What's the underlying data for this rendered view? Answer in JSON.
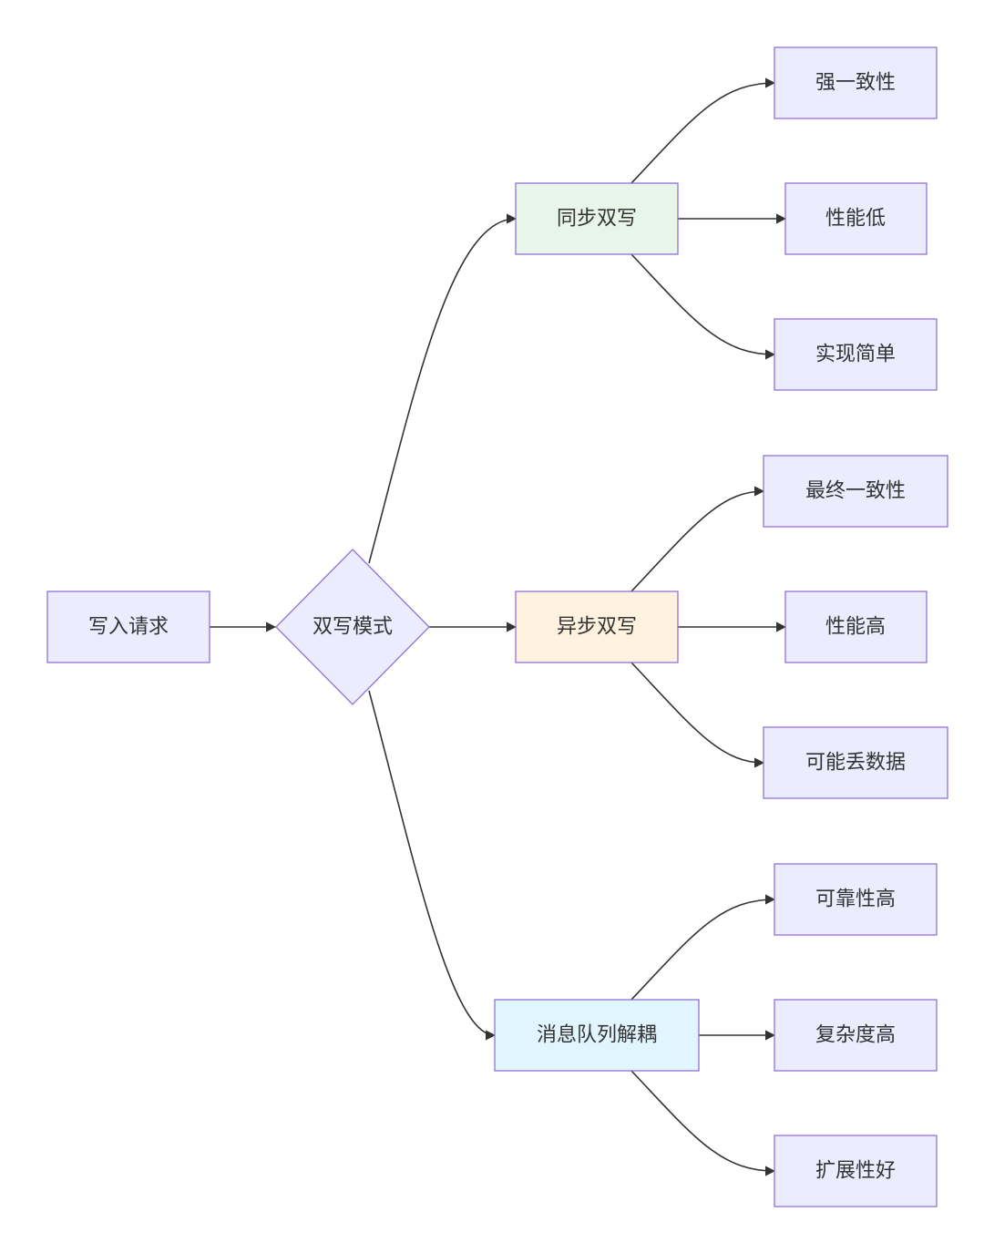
{
  "nodes": {
    "write_request": {
      "label": "写入请求",
      "color": "#ECECFF"
    },
    "dual_write_mode": {
      "label": "双写模式",
      "color": "#ECECFF"
    },
    "sync_dual_write": {
      "label": "同步双写",
      "color": "#E8F5E9"
    },
    "async_dual_write": {
      "label": "异步双写",
      "color": "#FFF3E0"
    },
    "mq_decouple": {
      "label": "消息队列解耦",
      "color": "#E1F5FE"
    },
    "strong_consistency": {
      "label": "强一致性",
      "color": "#ECECFF"
    },
    "low_performance": {
      "label": "性能低",
      "color": "#ECECFF"
    },
    "simple_impl": {
      "label": "实现简单",
      "color": "#ECECFF"
    },
    "eventual_consistency": {
      "label": "最终一致性",
      "color": "#ECECFF"
    },
    "high_performance": {
      "label": "性能高",
      "color": "#ECECFF"
    },
    "may_lose_data": {
      "label": "可能丢数据",
      "color": "#ECECFF"
    },
    "high_reliability": {
      "label": "可靠性高",
      "color": "#ECECFF"
    },
    "high_complexity": {
      "label": "复杂度高",
      "color": "#ECECFF"
    },
    "good_scalability": {
      "label": "扩展性好",
      "color": "#ECECFF"
    }
  },
  "edges": [
    {
      "from": "write_request",
      "to": "dual_write_mode"
    },
    {
      "from": "dual_write_mode",
      "to": "sync_dual_write"
    },
    {
      "from": "dual_write_mode",
      "to": "async_dual_write"
    },
    {
      "from": "dual_write_mode",
      "to": "mq_decouple"
    },
    {
      "from": "sync_dual_write",
      "to": "strong_consistency"
    },
    {
      "from": "sync_dual_write",
      "to": "low_performance"
    },
    {
      "from": "sync_dual_write",
      "to": "simple_impl"
    },
    {
      "from": "async_dual_write",
      "to": "eventual_consistency"
    },
    {
      "from": "async_dual_write",
      "to": "high_performance"
    },
    {
      "from": "async_dual_write",
      "to": "may_lose_data"
    },
    {
      "from": "mq_decouple",
      "to": "high_reliability"
    },
    {
      "from": "mq_decouple",
      "to": "high_complexity"
    },
    {
      "from": "mq_decouple",
      "to": "good_scalability"
    }
  ],
  "colors": {
    "border": "#9370DB",
    "edge": "#333333",
    "text": "#333333"
  }
}
